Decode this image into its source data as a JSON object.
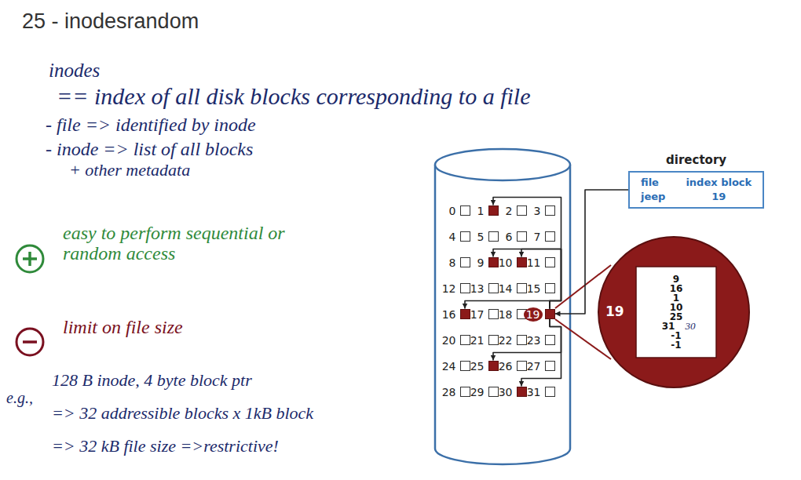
{
  "diagram": {
    "title": "25 - inodesrandom",
    "nodes": [
      {
        "text": [
          "directory",
          "file",
          "index block",
          "jeep",
          "19"
        ]
      },
      {
        "text": [
          "0"
        ]
      },
      {
        "text": [
          "1"
        ]
      },
      {
        "text": [
          "2"
        ]
      },
      {
        "text": [
          "3"
        ]
      },
      {
        "text": [
          "4"
        ]
      },
      {
        "text": [
          "5"
        ]
      },
      {
        "text": [
          "6"
        ]
      },
      {
        "text": [
          "7"
        ]
      },
      {
        "text": [
          "8"
        ]
      },
      {
        "text": [
          "9"
        ]
      },
      {
        "text": [
          "10"
        ]
      },
      {
        "text": [
          "11"
        ]
      },
      {
        "text": [
          "12"
        ]
      },
      {
        "text": [
          "13"
        ]
      },
      {
        "text": [
          "14"
        ]
      },
      {
        "text": [
          "15"
        ]
      },
      {
        "text": [
          "16"
        ]
      },
      {
        "text": [
          "17"
        ]
      },
      {
        "text": [
          "18"
        ]
      },
      {
        "text": [
          "19"
        ]
      },
      {
        "text": [
          "20"
        ]
      },
      {
        "text": [
          "21"
        ]
      },
      {
        "text": [
          "22"
        ]
      },
      {
        "text": [
          "23"
        ]
      },
      {
        "text": [
          "24"
        ]
      },
      {
        "text": [
          "25"
        ]
      },
      {
        "text": [
          "26"
        ]
      },
      {
        "text": [
          "27"
        ]
      },
      {
        "text": [
          "28"
        ]
      },
      {
        "text": [
          "29"
        ]
      },
      {
        "text": [
          "30"
        ]
      },
      {
        "text": [
          "31"
        ]
      }
    ],
    "edges": [
      {
        "from": 0,
        "to": 20,
        "arrow": "to"
      },
      {
        "from": 20,
        "to": 10,
        "arrow": "to"
      },
      {
        "from": 20,
        "to": 17,
        "arrow": "to"
      },
      {
        "from": 20,
        "to": 2,
        "arrow": "to"
      },
      {
        "from": 20,
        "to": 11,
        "arrow": "to"
      },
      {
        "from": 20,
        "to": 26,
        "arrow": "to"
      },
      {
        "from": 20,
        "to": 31,
        "arrow": "to"
      }
    ],
    "labels": [
      "inodes",
      "== index of all disk blocks corresponding to a file",
      "- file => identified by inode",
      "- inode => list of all blocks",
      "+ other metadata",
      "easy to perform sequential or random access",
      "limit on file size",
      "e.g.,",
      "128 B inode, 4 byte block ptr",
      "=> 32 addressible blocks x 1kB block",
      "=> 32 kB file size =>restrictive!",
      "19",
      "9",
      "16",
      "1",
      "10",
      "25",
      "31",
      "30",
      "-1",
      "-1"
    ]
  }
}
